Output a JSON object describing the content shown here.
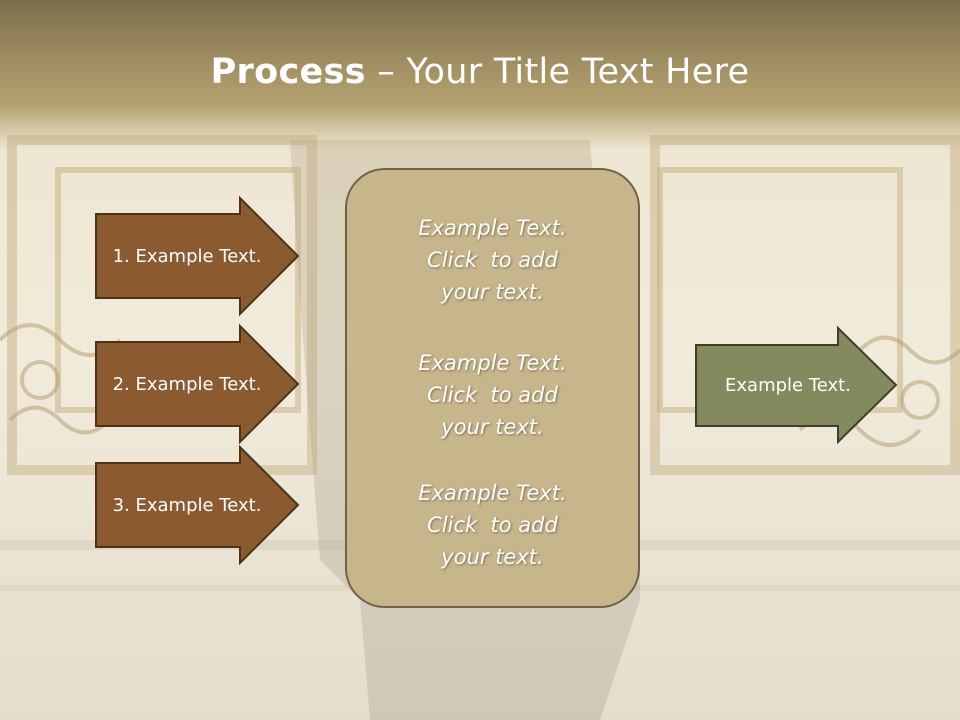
{
  "title": {
    "bold": "Process",
    "rest": " – Your Title Text Here"
  },
  "left_steps": [
    {
      "label": "1. Example Text."
    },
    {
      "label": "2. Example Text."
    },
    {
      "label": "3. Example Text."
    }
  ],
  "center_blocks": [
    {
      "line1": "Example Text.",
      "line2": "Click  to add",
      "line3": "your text."
    },
    {
      "line1": "Example Text.",
      "line2": "Click  to add",
      "line3": "your text."
    },
    {
      "line1": "Example Text.",
      "line2": "Click  to add",
      "line3": "your text."
    }
  ],
  "output": {
    "label": "Example Text."
  },
  "colors": {
    "step_fill": "#8b5a30",
    "box_fill": "#c7b58c",
    "output_fill": "#848a5e",
    "title_band": "#9b8a5f"
  }
}
